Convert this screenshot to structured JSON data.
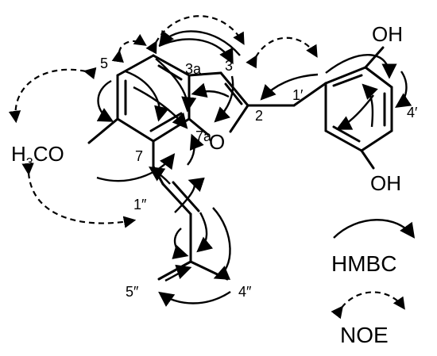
{
  "atoms": {
    "oh_top": "OH",
    "oh_bottom": "OH",
    "ring_o": "O",
    "methoxy": {
      "main": "H",
      "sub": "3",
      "rest": "CO"
    }
  },
  "positions": {
    "p5": "5",
    "p3a": "3a",
    "p3": "3",
    "p1p": "1′",
    "p2": "2",
    "p4p": "4′",
    "p7": "7",
    "p7a": "7a",
    "p1pp": "1″",
    "p5pp": "5″",
    "p4pp": "4″"
  },
  "legend": {
    "hmbc": "HMBC",
    "noe": "NOE"
  }
}
